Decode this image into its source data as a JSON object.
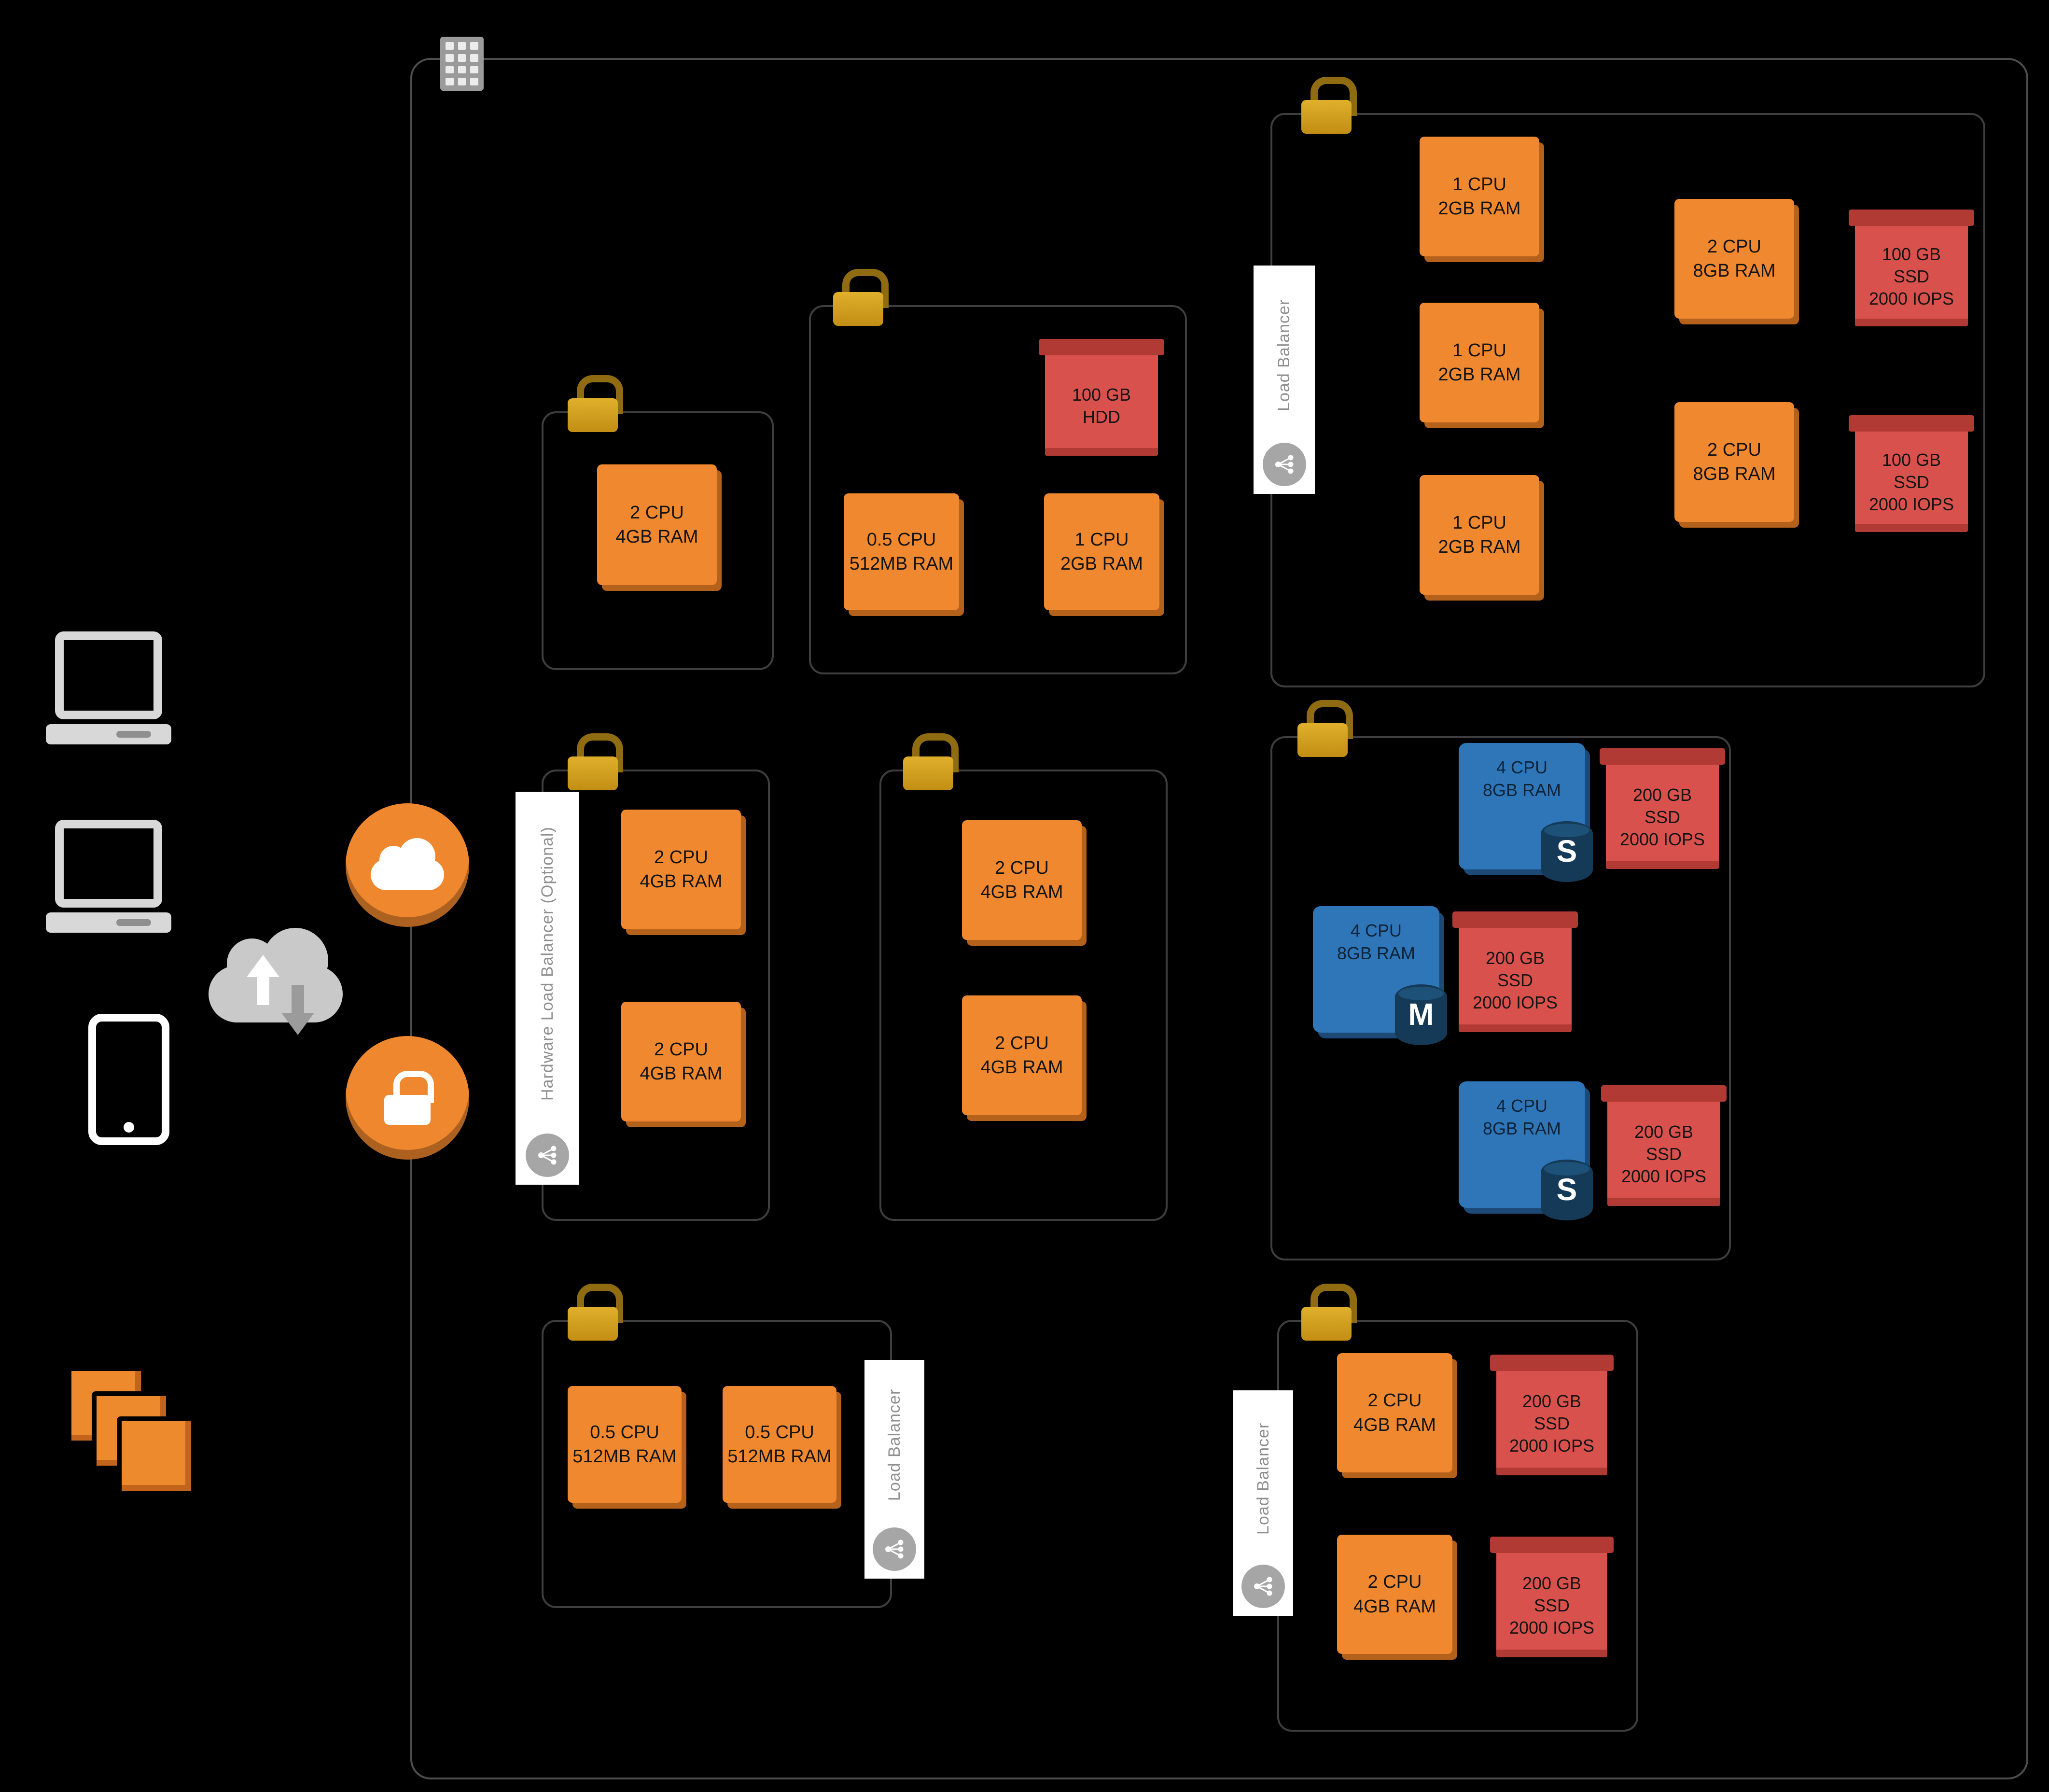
{
  "labels": {
    "hardware_load_balancer": "Hardware Load Balancer (Optional)",
    "load_balancer": "Load Balancer"
  },
  "groups": {
    "sg_top_left": {
      "compute": [
        "2 CPU\n4GB RAM"
      ]
    },
    "sg_top_mid": {
      "storage": [
        "100 GB\nHDD"
      ],
      "compute": [
        "0.5 CPU\n512MB RAM",
        "1 CPU\n2GB RAM"
      ]
    },
    "sg_top_right": {
      "label": "Load Balancer",
      "compute": [
        "1 CPU\n2GB RAM",
        "1 CPU\n2GB RAM",
        "1 CPU\n2GB RAM",
        "2 CPU\n8GB RAM",
        "2 CPU\n8GB RAM"
      ],
      "storage": [
        "100 GB\nSSD\n2000 IOPS",
        "100 GB\nSSD\n2000 IOPS"
      ]
    },
    "sg_mid_left": {
      "label": "Hardware Load Balancer (Optional)",
      "compute": [
        "2 CPU\n4GB RAM",
        "2 CPU\n4GB RAM"
      ]
    },
    "sg_mid_center": {
      "compute": [
        "2 CPU\n4GB RAM",
        "2 CPU\n4GB RAM"
      ]
    },
    "sg_database": {
      "db": [
        {
          "spec": "4 CPU\n8GB RAM",
          "letter": "S"
        },
        {
          "spec": "4 CPU\n8GB RAM",
          "letter": "M"
        },
        {
          "spec": "4 CPU\n8GB RAM",
          "letter": "S"
        }
      ],
      "storage": [
        "200 GB\nSSD\n2000 IOPS",
        "200 GB\nSSD\n2000 IOPS",
        "200 GB\nSSD\n2000 IOPS"
      ]
    },
    "sg_bottom_left": {
      "label": "Load Balancer",
      "compute": [
        "0.5 CPU\n512MB RAM",
        "0.5 CPU\n512MB RAM"
      ]
    },
    "sg_bottom_right": {
      "label": "Load Balancer",
      "compute": [
        "2 CPU\n4GB RAM",
        "2 CPU\n4GB RAM"
      ],
      "storage": [
        "200 GB\nSSD\n2000 IOPS",
        "200 GB\nSSD\n2000 IOPS"
      ]
    }
  },
  "colors": {
    "background": "#000000",
    "compute_fill": "#F0882F",
    "compute_shadow": "#B4611B",
    "storage_fill": "#D8514C",
    "storage_dark": "#B23A34",
    "database_fill": "#2F76B8",
    "database_dark": "#1C4975",
    "padlock_gold": "#C9951C",
    "group_border": "#3E3E41",
    "label_text": "#8F8F8F"
  },
  "icons": {
    "building": "building-icon",
    "laptop": "laptop-icon",
    "phone": "phone-icon",
    "instance_stack": "instance-stack-icon",
    "cloud_transfer": "cloud-upload-download-icon",
    "cloud_badge": "cloud-icon",
    "lock_badge": "lock-icon",
    "load_balancer_badge": "load-balancer-icon",
    "group_padlock": "padlock-icon"
  }
}
